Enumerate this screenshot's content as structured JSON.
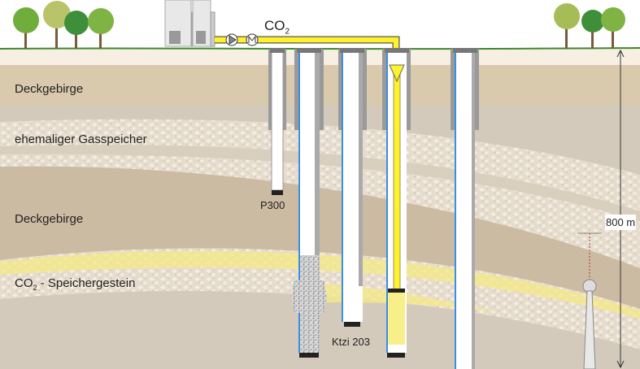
{
  "labels": {
    "co2_pipe": "CO",
    "co2_pipe_sub": "2",
    "layer_top": "Deckgebirge",
    "layer_gas": "ehemaliger Gasspeicher",
    "layer_middle": "Deckgebirge",
    "layer_co2_prefix": "CO",
    "layer_co2_sub": "2",
    "layer_co2_suffix": " - Speichergestein",
    "well_p300": "P300",
    "well_ktzi": "Ktzi 203",
    "depth": "800 m"
  },
  "colors": {
    "co2": "#fff22a",
    "ground_line": "#3a8a2a",
    "casing": "#9a9a9a",
    "liner": "#3a8fe0"
  }
}
